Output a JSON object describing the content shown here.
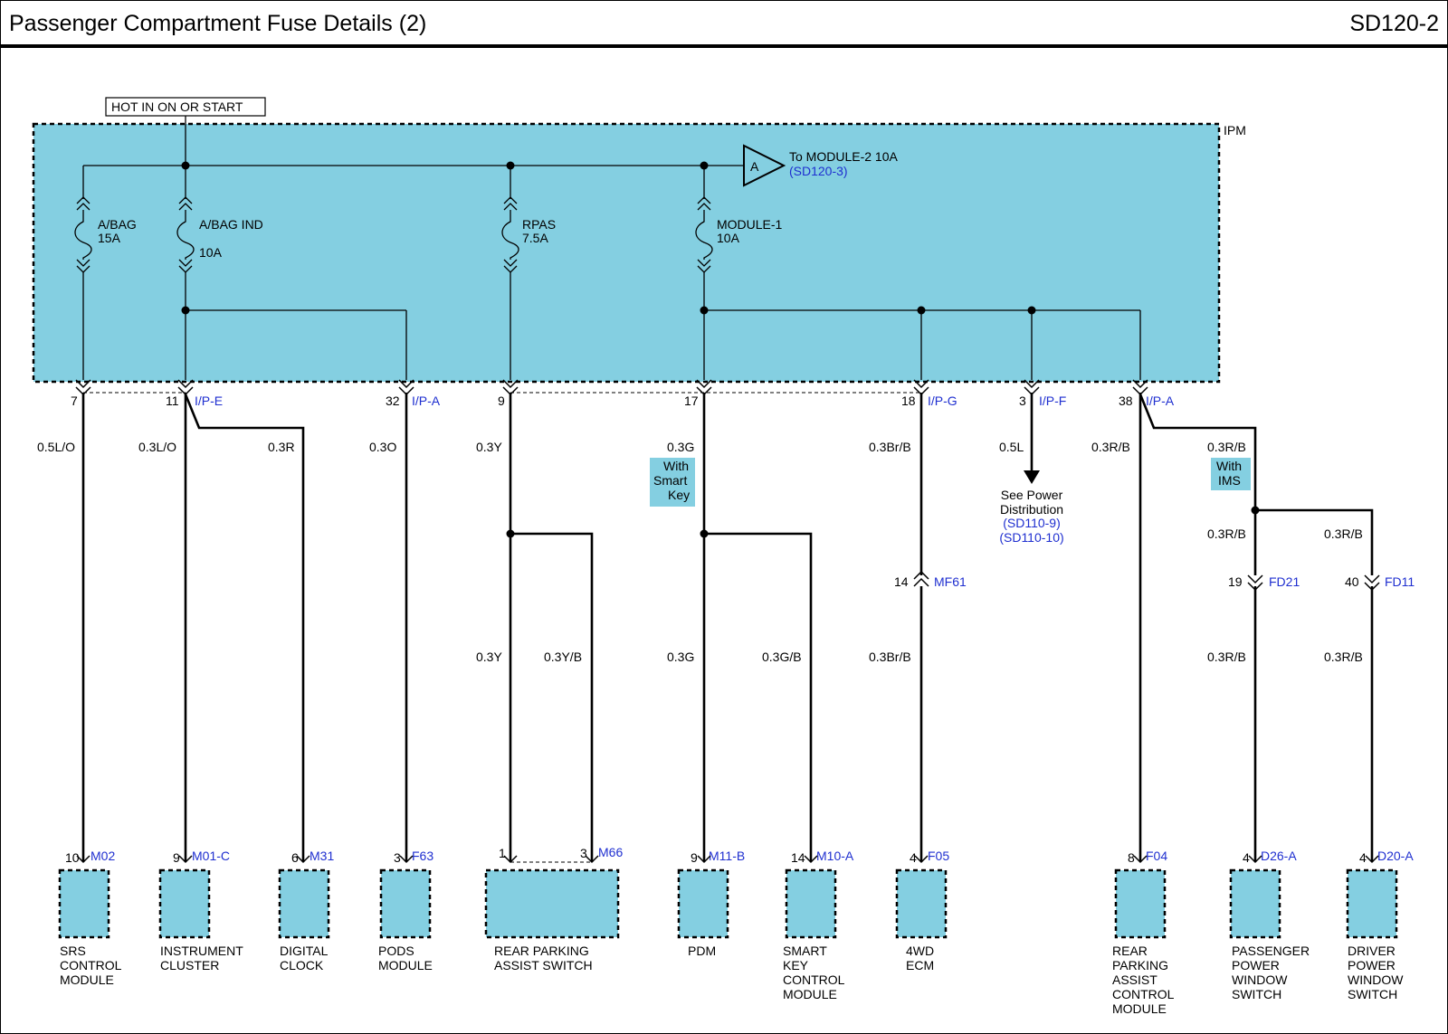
{
  "header": {
    "title": "Passenger Compartment Fuse Details (2)",
    "code": "SD120-2"
  },
  "power_source": "HOT IN ON OR START",
  "ipm_label": "IPM",
  "colors": {
    "ipm_fill": "#84cfe1",
    "blue_text": "#1f2fd0",
    "wire": "#000000"
  },
  "connector_A": {
    "letter": "A",
    "text": "To MODULE-2 10A",
    "ref": "(SD120-3)"
  },
  "fuses": [
    {
      "name": "A/BAG",
      "rating": "15A"
    },
    {
      "name": "A/BAG IND",
      "rating": "10A"
    },
    {
      "name": "RPAS",
      "rating": "7.5A"
    },
    {
      "name": "MODULE-1",
      "rating": "10A"
    }
  ],
  "ipm_pins": [
    {
      "pin": "7",
      "connector": ""
    },
    {
      "pin": "11",
      "connector": "I/P-E"
    },
    {
      "pin": "32",
      "connector": "I/P-A"
    },
    {
      "pin": "9",
      "connector": ""
    },
    {
      "pin": "17",
      "connector": ""
    },
    {
      "pin": "18",
      "connector": "I/P-G"
    },
    {
      "pin": "3",
      "connector": "I/P-F"
    },
    {
      "pin": "38",
      "connector": "I/P-A"
    }
  ],
  "wires": {
    "w_7": "0.5L/O",
    "w_11": "0.3L/O",
    "w_digital": "0.3R",
    "w_32": "0.3O",
    "w_9": "0.3Y",
    "w_rpas_1": "0.3Y",
    "w_rpas_3": "0.3Y/B",
    "w_17": "0.3G",
    "w_pdm": "0.3G",
    "w_smartkey": "0.3G/B",
    "w_18": "0.3Br/B",
    "w_ecm": "0.3Br/B",
    "w_3": "0.5L",
    "w_38": "0.3R/B",
    "w_ims": "0.3R/B",
    "w_fd21_top": "0.3R/B",
    "w_fd11_top": "0.3R/B",
    "w_fd21_bot": "0.3R/B",
    "w_fd11_bot": "0.3R/B"
  },
  "options": {
    "smart_key": [
      "With",
      "Smart",
      "Key"
    ],
    "ims": [
      "With",
      "IMS"
    ]
  },
  "power_dist": {
    "text": [
      "See Power",
      "Distribution"
    ],
    "refs": [
      "(SD110-9)",
      "(SD110-10)"
    ]
  },
  "inline_connectors": [
    {
      "pin": "14",
      "connector": "MF61"
    },
    {
      "pin": "19",
      "connector": "FD21"
    },
    {
      "pin": "40",
      "connector": "FD11"
    }
  ],
  "components": [
    {
      "pin": "10",
      "connector": "M02",
      "name": [
        "SRS",
        "CONTROL",
        "MODULE"
      ]
    },
    {
      "pin": "9",
      "connector": "M01-C",
      "name": [
        "INSTRUMENT",
        "CLUSTER"
      ]
    },
    {
      "pin": "6",
      "connector": "M31",
      "name": [
        "DIGITAL",
        "CLOCK"
      ]
    },
    {
      "pin": "3",
      "connector": "F63",
      "name": [
        "PODS",
        "MODULE"
      ]
    },
    {
      "pin": "1",
      "pin2": "3",
      "connector": "M66",
      "name": [
        "REAR PARKING",
        "ASSIST SWITCH"
      ]
    },
    {
      "pin": "9",
      "connector": "M11-B",
      "name": [
        "PDM"
      ]
    },
    {
      "pin": "14",
      "connector": "M10-A",
      "name": [
        "SMART",
        "KEY",
        "CONTROL",
        "MODULE"
      ]
    },
    {
      "pin": "4",
      "connector": "F05",
      "name": [
        "4WD",
        "ECM"
      ]
    },
    {
      "pin": "8",
      "connector": "F04",
      "name": [
        "REAR",
        "PARKING",
        "ASSIST",
        "CONTROL",
        "MODULE"
      ]
    },
    {
      "pin": "4",
      "connector": "D26-A",
      "name": [
        "PASSENGER",
        "POWER",
        "WINDOW",
        "SWITCH"
      ]
    },
    {
      "pin": "4",
      "connector": "D20-A",
      "name": [
        "DRIVER",
        "POWER",
        "WINDOW",
        "SWITCH"
      ]
    }
  ]
}
